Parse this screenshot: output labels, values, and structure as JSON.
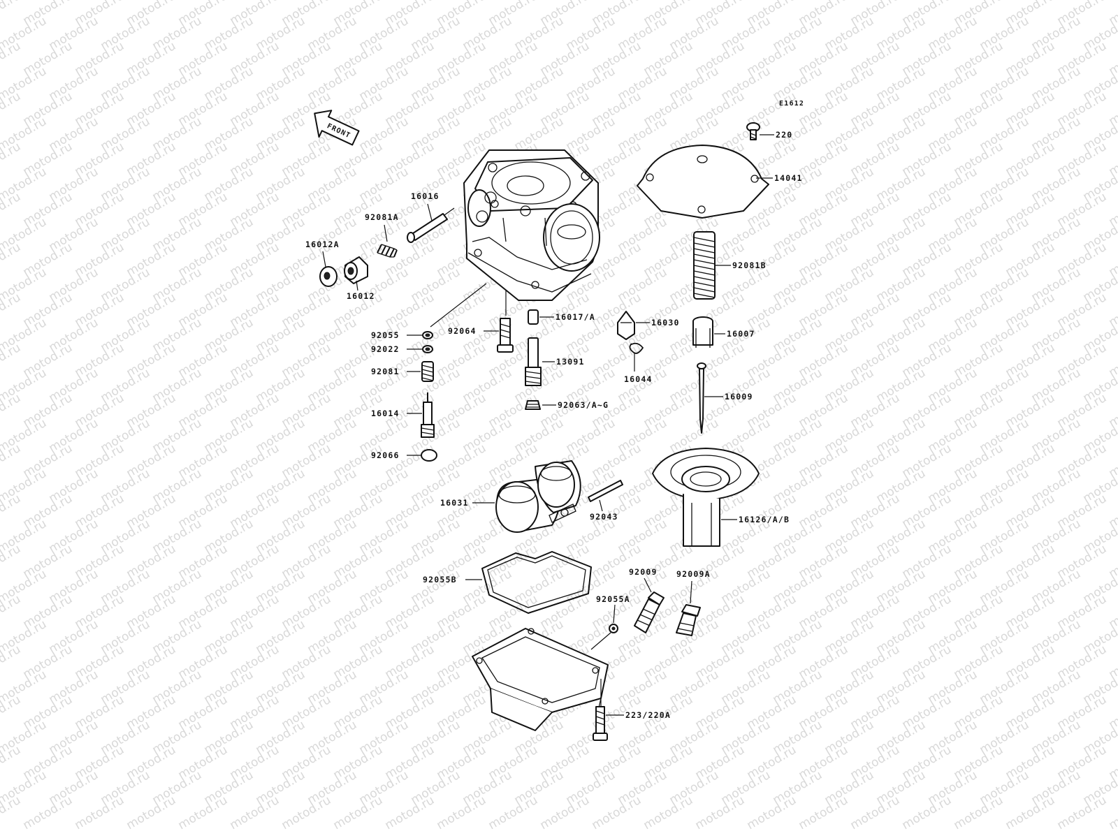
{
  "watermark": "motod.ru",
  "diagram_code": "E1612",
  "front_arrow_label": "FRONT",
  "labels": {
    "p220": "220",
    "p14041": "14041",
    "p16016": "16016",
    "p92081A": "92081A",
    "p16012A": "16012A",
    "p16012": "16012",
    "p92081B": "92081B",
    "p92055": "92055",
    "p92064": "92064",
    "p16017A": "16017/A",
    "p16030": "16030",
    "p16007": "16007",
    "p92022": "92022",
    "p92081": "92081",
    "p13091": "13091",
    "p16044": "16044",
    "p16009": "16009",
    "p16014": "16014",
    "p92063": "92063/A~G",
    "p92066": "92066",
    "p16031": "16031",
    "p92043": "92043",
    "p16126": "16126/A/B",
    "p92055B": "92055B",
    "p92009": "92009",
    "p92009A": "92009A",
    "p92055A": "92055A",
    "p223": "223/220A"
  }
}
